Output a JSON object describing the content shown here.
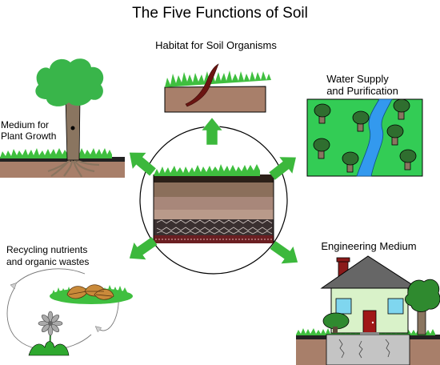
{
  "title": "The Five Functions of Soil",
  "functions": {
    "habitat": {
      "label": "Habitat for Soil Organisms"
    },
    "water": {
      "label_line1": "Water Supply",
      "label_line2": "and Purification"
    },
    "medium": {
      "label_line1": "Medium for",
      "label_line2": "Plant Growth"
    },
    "recycling": {
      "label_line1": "Recycling nutrients",
      "label_line2": "and organic wastes"
    },
    "engineering": {
      "label": "Engineering Medium"
    }
  },
  "colors": {
    "grass": "#3fbf3f",
    "arrow": "#3cb83c",
    "tree_foliage": "#39b54a",
    "trunk": "#8a7560",
    "soil_brown": "#a87f6a",
    "water_field": "#33cc55",
    "river": "#3399ee",
    "house_wall": "#d9f2c9",
    "roof": "#666666",
    "chimney": "#8b1a1a",
    "door": "#a01818",
    "window": "#7fd6ef",
    "foundation": "#c4c4c4"
  }
}
